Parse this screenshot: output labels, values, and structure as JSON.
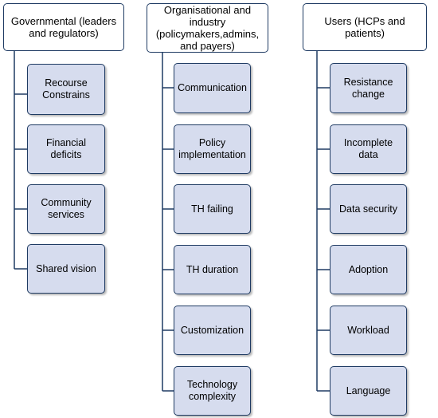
{
  "columns": [
    {
      "header": "Governmental (leaders and regulators)",
      "items": [
        "Recourse Constrains",
        "Financial deficits",
        "Community services",
        "Shared vision"
      ]
    },
    {
      "header": "Organisational and industry (policymakers,admins, and payers)",
      "items": [
        "Communication",
        "Policy implementation",
        "TH failing",
        "TH duration",
        "Customization",
        "Technology complexity"
      ]
    },
    {
      "header": "Users (HCPs and patients)",
      "items": [
        "Resistance change",
        "Incomplete data",
        "Data security",
        "Adoption",
        "Workload",
        "Language"
      ]
    }
  ],
  "colors": {
    "header_fill": "#ffffff",
    "item_fill": "#d6dcee",
    "border": "#1f3b63"
  }
}
